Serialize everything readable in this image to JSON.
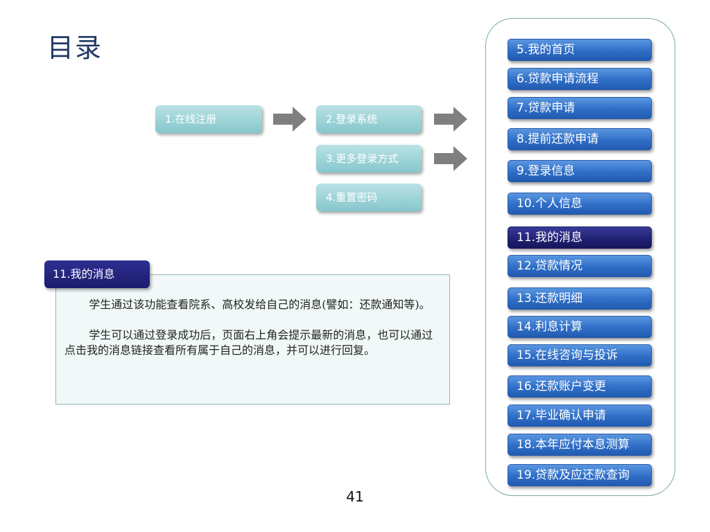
{
  "title": "目录",
  "flow": {
    "step1": "1.在线注册",
    "step2": "2.登录系统",
    "step3": "3.更多登录方式",
    "step4": "4.重置密码",
    "button_color": "#9fd6da",
    "arrow_color": "#7f7f7f"
  },
  "nav": {
    "items": [
      "5.我的首页",
      "6.贷款申请流程",
      "7.贷款申请",
      "8.提前还款申请",
      "9.登录信息",
      "10.个人信息",
      "11.我的消息",
      "12.贷款情况",
      "13.还款明细",
      "14.利息计算",
      "15.在线咨询与投诉",
      "16.还款账户变更",
      "17.毕业确认申请",
      "18.本年应付本息测算",
      "19.贷款及应还款查询"
    ],
    "active_index": 6,
    "color": "#2f6ec7",
    "active_color": "#202072"
  },
  "description": {
    "heading": "11.我的消息",
    "paragraph1": "学生通过该功能查看院系、高校发给自己的消息(譬如：还款通知等)。",
    "paragraph2": "学生可以通过登录成功后，页面右上角会提示最新的消息，也可以通过点击我的消息链接查看所有属于自己的消息，并可以进行回复。"
  },
  "page_number": "41"
}
